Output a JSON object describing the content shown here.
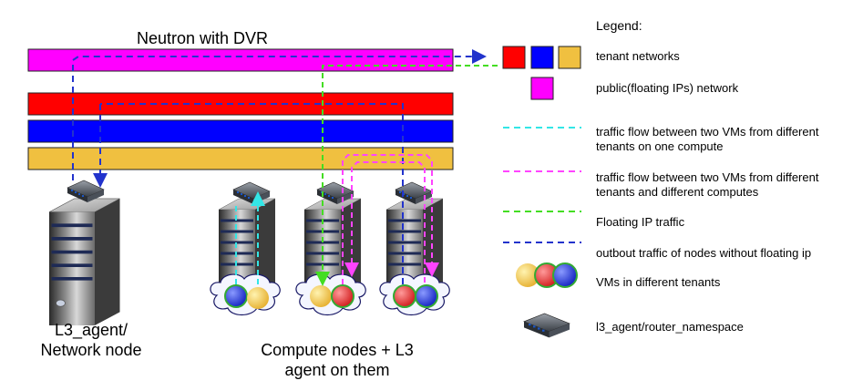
{
  "title": "Neutron with DVR",
  "legend": {
    "heading": "Legend:",
    "items": [
      "tenant networks",
      "public(floating IPs) network",
      "traffic flow between two VMs  from different\ntenants on one compute",
      "traffic flow between two VMs from different\ntenants and different computes",
      "Floating IP traffic",
      "outbout traffic of nodes without floating ip",
      "VMs in different tenants",
      "l3_agent/router_namespace"
    ]
  },
  "captions": {
    "network_node": "L3_agent/\nNetwork node",
    "compute_nodes": "Compute nodes + L3\nagent on them"
  },
  "colors": {
    "public_network": "#ff00ff",
    "tenant_red": "#ff0000",
    "tenant_blue": "#0000ff",
    "tenant_yellow": "#f0c040",
    "flow_same_compute": "#33e6e6",
    "flow_diff_compute": "#ff44ff",
    "flow_floating": "#44dd22",
    "flow_outbound": "#2233cc"
  },
  "icons": [
    "server-icon",
    "switch-icon",
    "cloud-icon",
    "vm-icon"
  ]
}
